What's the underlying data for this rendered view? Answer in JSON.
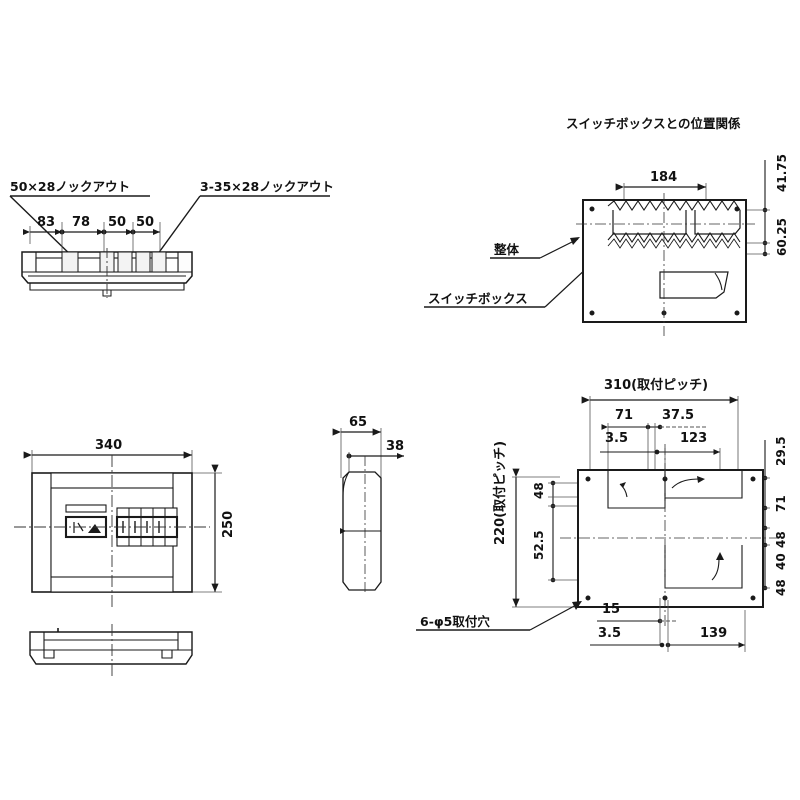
{
  "drawing": {
    "title_note": "スイッチボックスとの位置関係",
    "views": {
      "top_knockout": {
        "callout_left": "50×28ノックアウト",
        "callout_right": "3-35×28ノックアウト",
        "dims": [
          "83",
          "78",
          "50",
          "50"
        ]
      },
      "front": {
        "width_dim": "340",
        "height_dim": "250"
      },
      "side": {
        "depth_dim": "65",
        "inner_dim": "38"
      },
      "switchbox": {
        "width_dim": "184",
        "right_dims": [
          "41.75",
          "60.25"
        ],
        "label_body": "整体",
        "label_box": "スイッチボックス"
      },
      "mounting": {
        "top_dim": "310(取付ピッチ)",
        "left_dim": "220(取付ピッチ)",
        "top_inner": [
          "71",
          "37.5"
        ],
        "second_row": [
          "3.5",
          "123"
        ],
        "left_inner": [
          "48",
          "52.5"
        ],
        "right_dims": [
          "29.5",
          "71",
          "48",
          "40",
          "48"
        ],
        "bottom_dims": [
          "15",
          "3.5",
          "139"
        ],
        "hole_callout": "6-φ5取付穴"
      }
    }
  },
  "colors": {
    "line": "#1a1a1a",
    "thin": "#555555",
    "background": "#ffffff"
  }
}
